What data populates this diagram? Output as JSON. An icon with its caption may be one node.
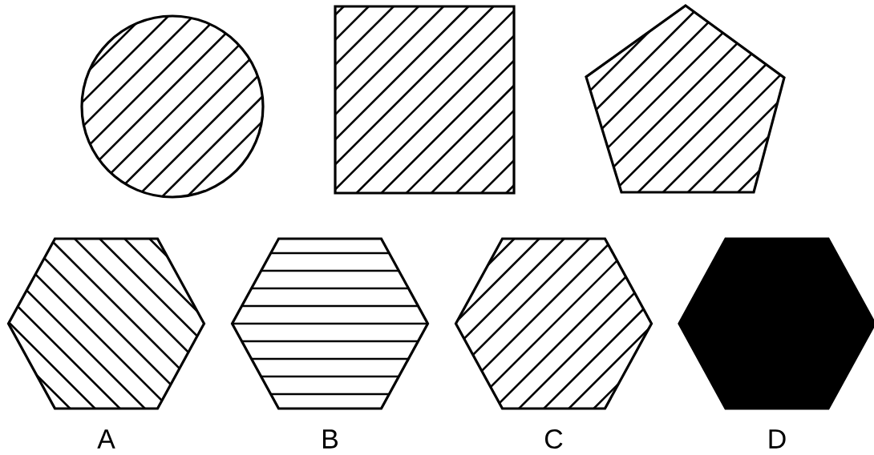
{
  "diagram": {
    "nodes": [
      {
        "text": [],
        "shape": "circle"
      },
      {
        "text": [],
        "shape": "box"
      },
      {
        "text": [],
        "shape": "pentagon"
      },
      {
        "text": [],
        "shape": "hexagon",
        "beside": [
          "A"
        ]
      },
      {
        "text": [],
        "shape": "hexagon",
        "beside": [
          "B"
        ]
      },
      {
        "text": [],
        "shape": "hexagon",
        "beside": [
          "C"
        ]
      },
      {
        "text": [],
        "shape": "hexagon",
        "beside": [
          "D"
        ]
      }
    ]
  }
}
